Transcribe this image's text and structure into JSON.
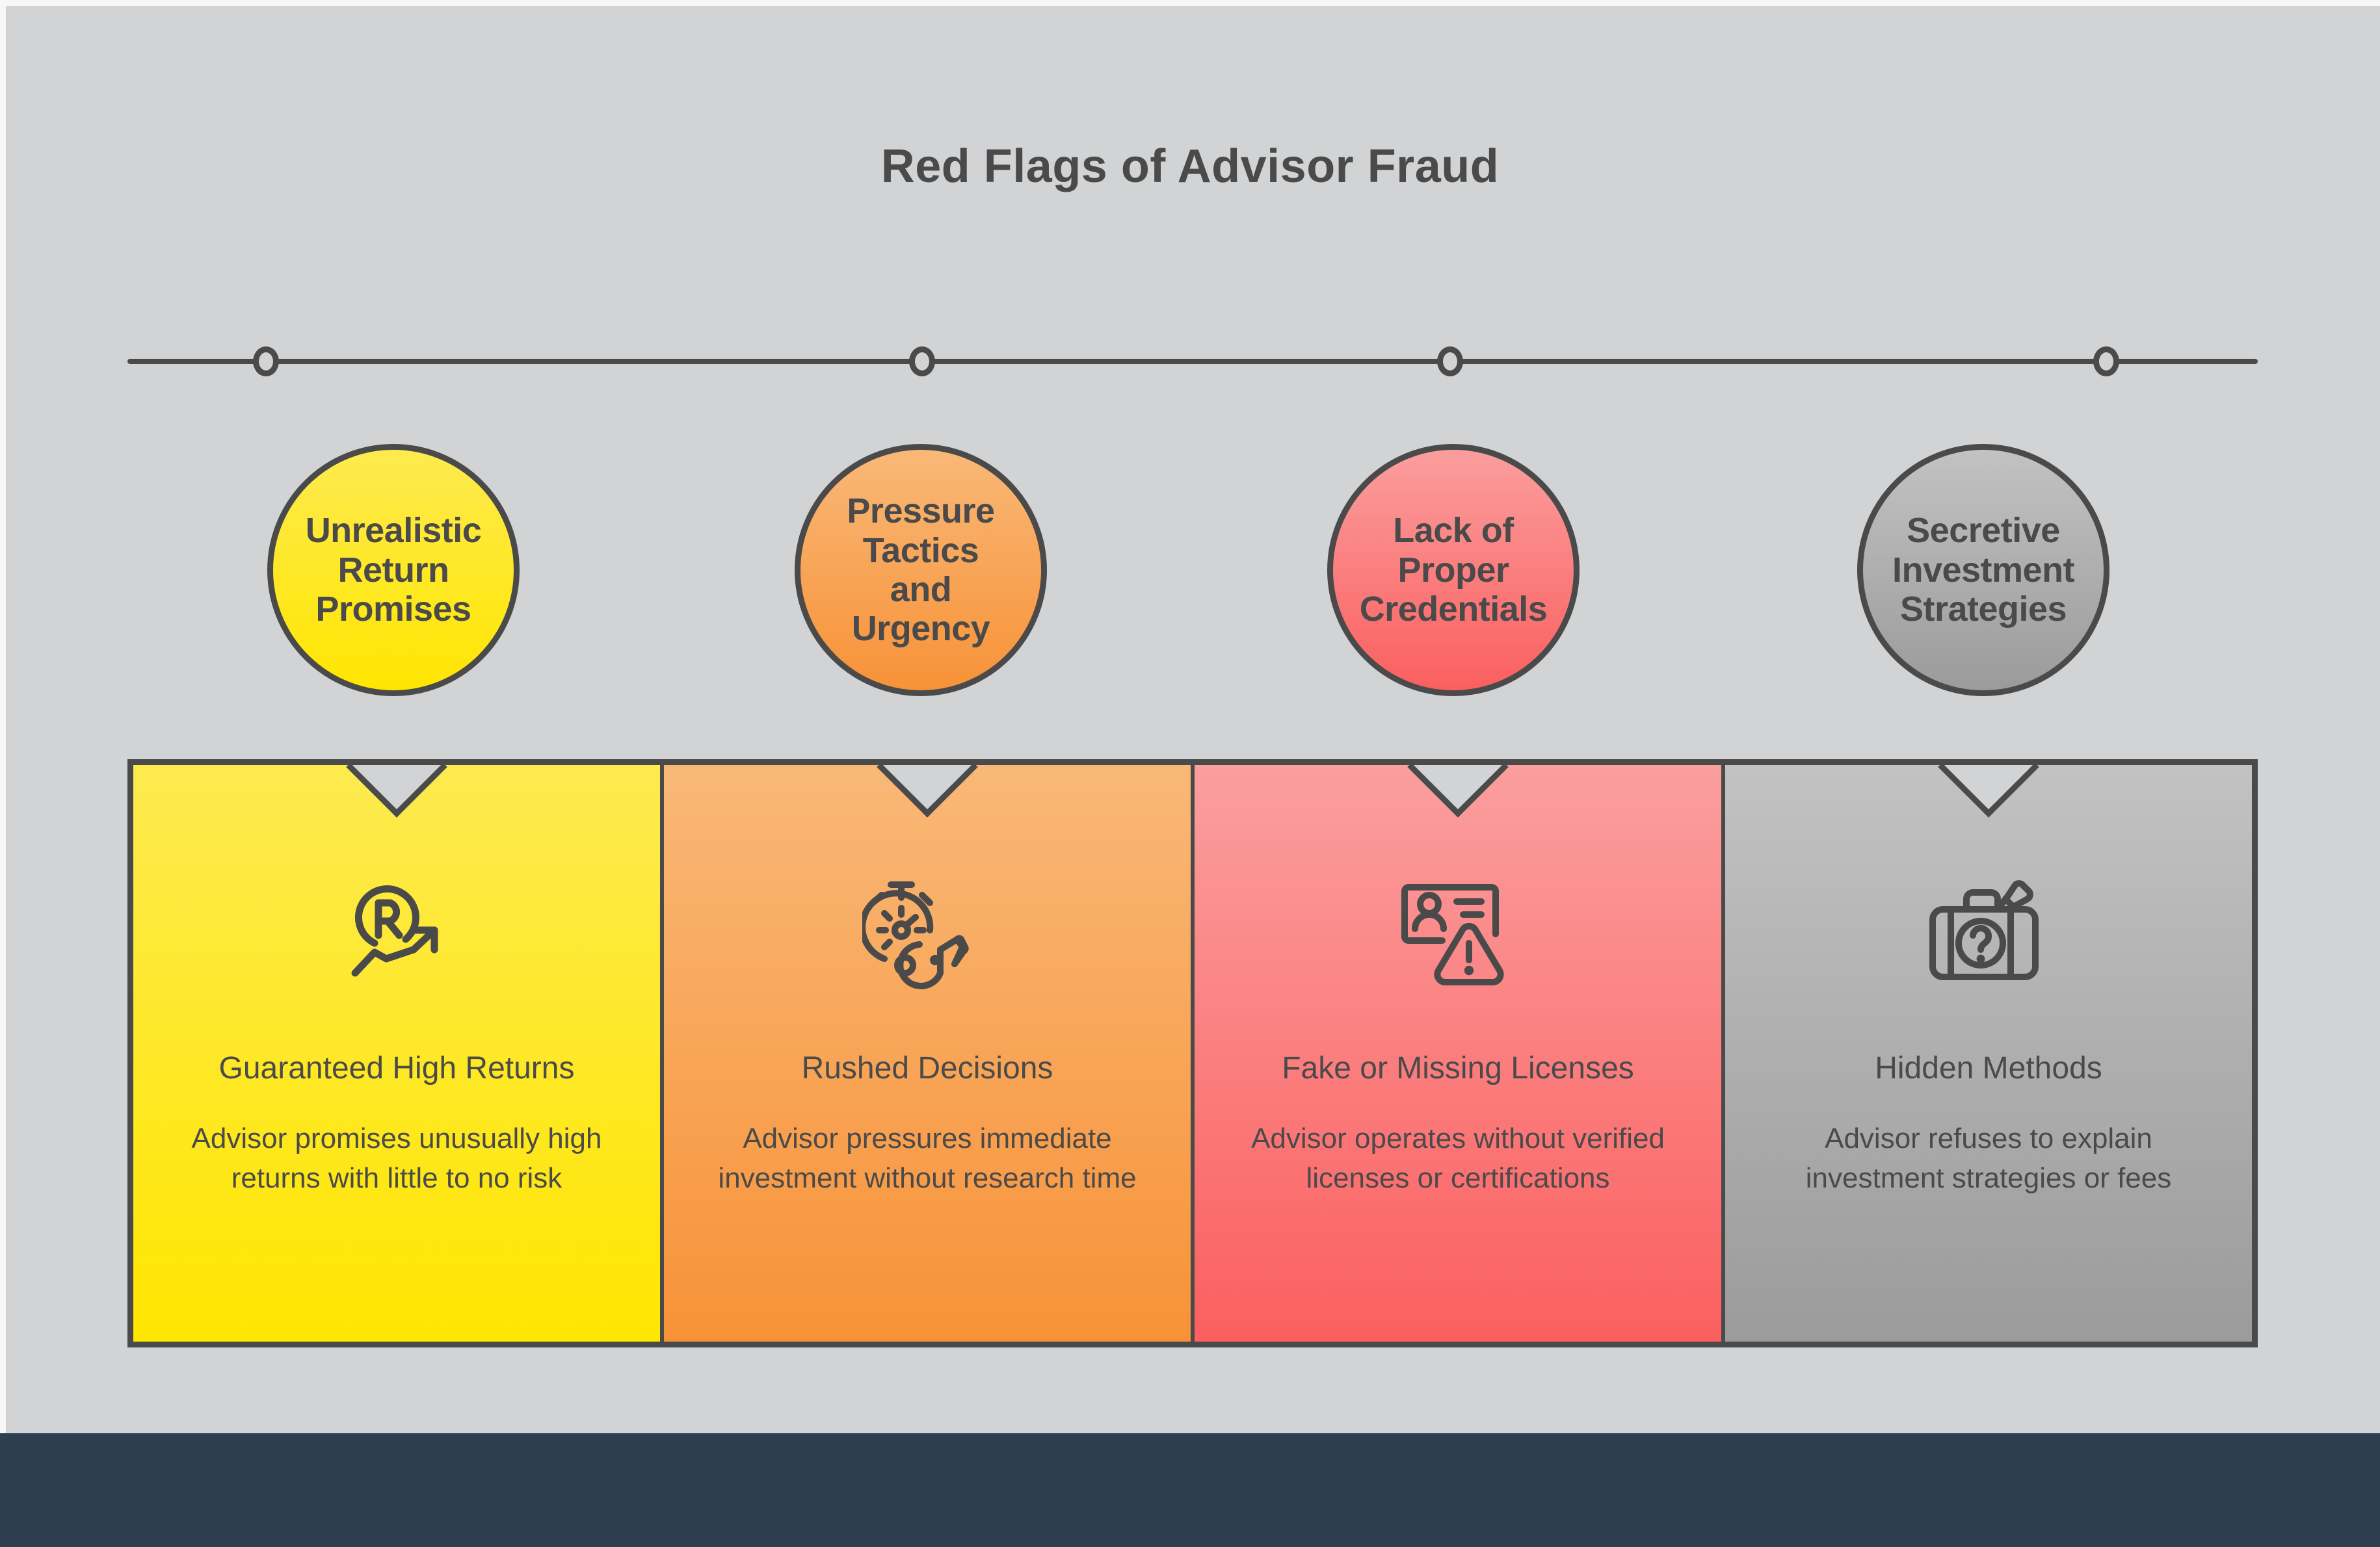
{
  "header": {
    "title": "Red Flags of Advisor Fraud"
  },
  "colors": {
    "background": "#d2d3d4",
    "outline": "#4a4a4a",
    "footer_band": "#2c3e50",
    "step1_fill_top": "#fdea4f",
    "step1_fill_bottom": "#ffe600",
    "step2_fill_top": "#f9b877",
    "step2_fill_bottom": "#f79238",
    "step3_fill_top": "#fb9e9e",
    "step3_fill_bottom": "#fb5f5f",
    "step4_fill_top": "#c2c2c2",
    "step4_fill_bottom": "#9b9b9b"
  },
  "timeline": {
    "node_count": 4,
    "node_icon": "circle-node-icon"
  },
  "steps": [
    {
      "bubble_label_lines": [
        "Unrealistic",
        "Return",
        "Promises"
      ],
      "icon": "rand-coin-growth-arrow-icon",
      "heading": "Guaranteed High Returns",
      "description": "Advisor promises unusually high returns with little to no risk"
    },
    {
      "bubble_label_lines": [
        "Pressure",
        "Tactics",
        "and",
        "Urgency"
      ],
      "icon": "stopwatch-whistle-icon",
      "heading": "Rushed Decisions",
      "description": "Advisor pressures immediate investment without research time"
    },
    {
      "bubble_label_lines": [
        "Lack of",
        "Proper",
        "Credentials"
      ],
      "icon": "id-card-warning-icon",
      "heading": "Fake or Missing Licenses",
      "description": "Advisor operates without verified licenses or certifications"
    },
    {
      "bubble_label_lines": [
        "Secretive",
        "Investment",
        "Strategies"
      ],
      "icon": "briefcase-question-icon",
      "heading": "Hidden Methods",
      "description": "Advisor refuses to explain investment strategies or fees"
    }
  ]
}
